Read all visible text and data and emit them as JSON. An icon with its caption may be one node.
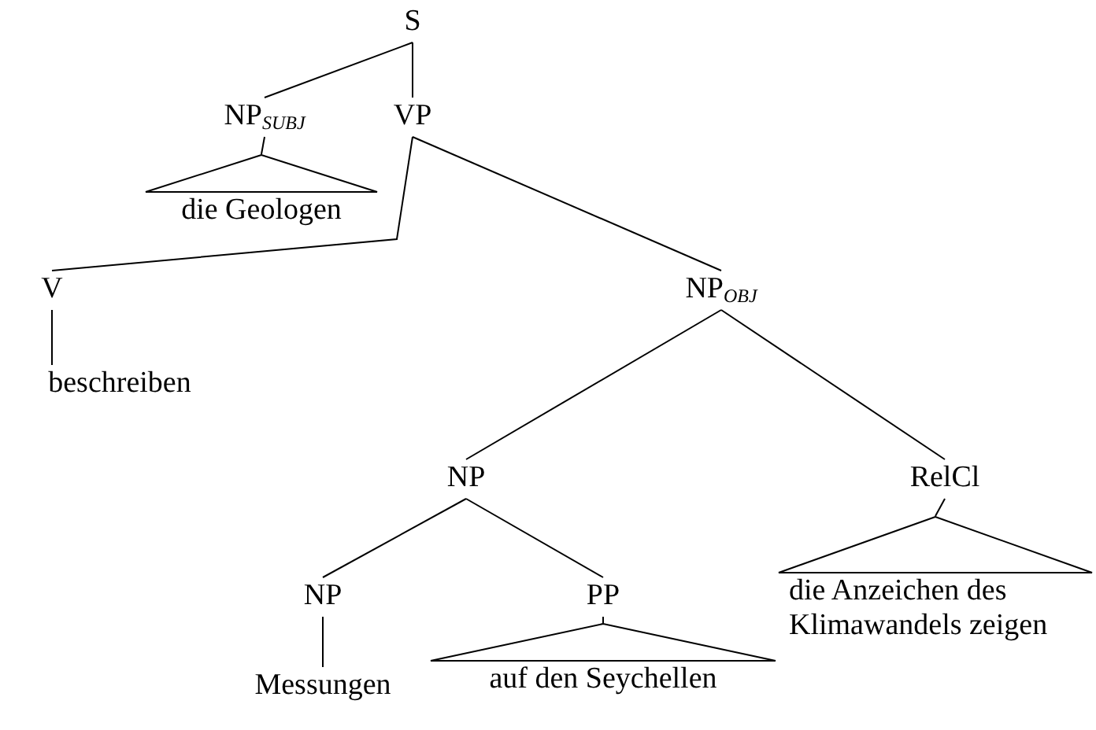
{
  "diagram": {
    "nodes": [
      {
        "text": [
          "S"
        ]
      },
      {
        "text": [
          "NP$_{SUBJ}$"
        ]
      },
      {
        "text": [
          "VP"
        ]
      },
      {
        "text": [
          "die Geologen"
        ]
      },
      {
        "text": [
          "V"
        ]
      },
      {
        "text": [
          "beschreiben"
        ]
      },
      {
        "text": [
          "NP$_{OBJ}$"
        ]
      },
      {
        "text": [
          "NP"
        ]
      },
      {
        "text": [
          "RelCl"
        ]
      },
      {
        "text": [
          "die Anzeichen des Klimawandels zeigen"
        ]
      },
      {
        "text": [
          "NP"
        ]
      },
      {
        "text": [
          "PP"
        ]
      },
      {
        "text": [
          "Messungen"
        ]
      },
      {
        "text": [
          "auf den Seychellen"
        ]
      }
    ],
    "edges": [
      {
        "from": 0,
        "to": 1,
        "arrow": "none"
      },
      {
        "from": 0,
        "to": 2,
        "arrow": "none"
      },
      {
        "from": 1,
        "to": 3,
        "arrow": "none"
      },
      {
        "from": 2,
        "to": 4,
        "arrow": "none"
      },
      {
        "from": 2,
        "to": 6,
        "arrow": "none"
      },
      {
        "from": 4,
        "to": 5,
        "arrow": "none"
      },
      {
        "from": 6,
        "to": 7,
        "arrow": "none"
      },
      {
        "from": 6,
        "to": 8,
        "arrow": "none"
      },
      {
        "from": 8,
        "to": 9,
        "arrow": "none"
      },
      {
        "from": 7,
        "to": 10,
        "arrow": "none"
      },
      {
        "from": 7,
        "to": 11,
        "arrow": "none"
      },
      {
        "from": 10,
        "to": 12,
        "arrow": "none"
      },
      {
        "from": 11,
        "to": 13,
        "arrow": "none"
      }
    ]
  }
}
